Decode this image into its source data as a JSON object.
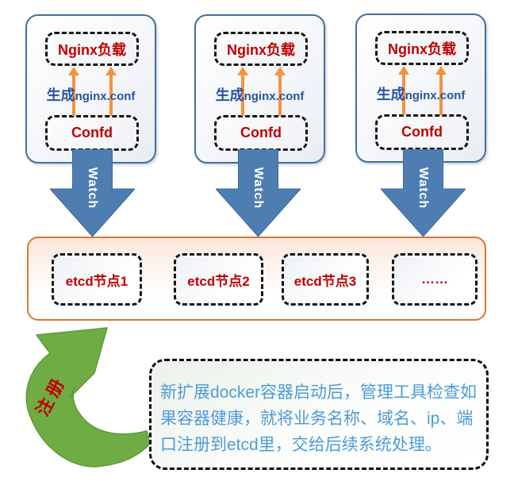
{
  "colors": {
    "panel_border": "#41719C",
    "watch_arrow_fill": "#4E7DB2",
    "orange_arrow": "#F5923E",
    "etcd_border": "#E0762C",
    "red_text": "#C00000",
    "gen_label_blue": "#2A52A2",
    "note_text_blue": "#4F9BD5",
    "green_arrow": "#6FAC44"
  },
  "panels": [
    {
      "nginx_label": "Nginx负载",
      "gen_cn": "生成",
      "gen_en": "nginx.conf",
      "confd_label": "Confd",
      "watch_label": "Watch"
    },
    {
      "nginx_label": "Nginx负载",
      "gen_cn": "生成",
      "gen_en": "nginx.conf",
      "confd_label": "Confd",
      "watch_label": "Watch"
    },
    {
      "nginx_label": "Nginx负载",
      "gen_cn": "生成",
      "gen_en": "nginx.conf",
      "confd_label": "Confd",
      "watch_label": "Watch"
    }
  ],
  "etcd_nodes": [
    {
      "label": "etcd节点1"
    },
    {
      "label": "etcd节点2"
    },
    {
      "label": "etcd节点3"
    },
    {
      "label": "……"
    }
  ],
  "register_label": "注册",
  "note": {
    "lines": [
      "新扩展docker容器启动后，管理工具检查如",
      "果容器健康，就将业务名称、域名、ip、端",
      "口注册到etcd里，交给后续系统处理。"
    ]
  }
}
